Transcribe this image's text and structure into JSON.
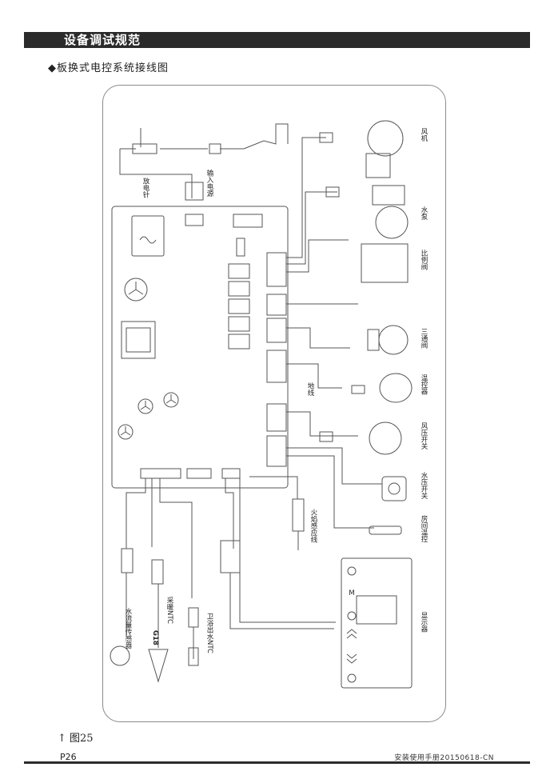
{
  "header": {
    "title": "设备调试规范"
  },
  "subtitle": "◆板换式电控系统接线图",
  "labels": {
    "ignition_needle": "放电针",
    "power_input": "输入电源",
    "fan": "风机",
    "pump": "水泵",
    "proportional_valve": "比例阀",
    "three_way_valve": "三通阀",
    "temp_limiter": "温控器",
    "air_pressure_switch": "风压开关",
    "water_pressure_switch": "水压开关",
    "room_thermostat": "房间温控",
    "flame_sensor": "火焰感应线",
    "ground_wire": "地线",
    "flow_sensor": "水流量传感器",
    "heating_ntc": "采暖NTC",
    "dhw_ntc": "卫浴出水NTC",
    "g18": "G18",
    "display": "显示器",
    "display_m": "M"
  },
  "figure": {
    "caption": "↑ 图25"
  },
  "footer": {
    "page": "P26",
    "manual": "安装使用手册20150618-CN"
  },
  "colors": {
    "bar": "#2b2b2b",
    "line": "#555555",
    "frame": "#8a8a8a"
  }
}
